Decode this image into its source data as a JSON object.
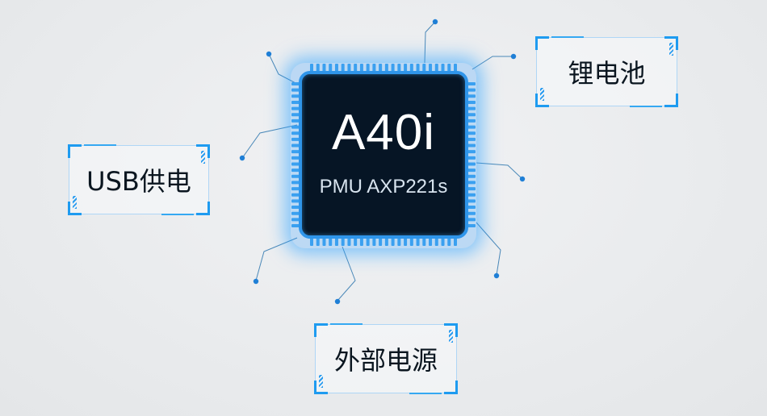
{
  "chip": {
    "name": "A40i",
    "subtitle": "PMU AXP221s"
  },
  "power_sources": {
    "battery": "锂电池",
    "usb": "USB供电",
    "external": "外部电源"
  },
  "colors": {
    "background": "#e8eaec",
    "chip_body": "#061525",
    "chip_border": "#2f95ea",
    "accent": "#1e9bf0",
    "wire": "#4a88b8",
    "dot": "#1f7fd6"
  }
}
